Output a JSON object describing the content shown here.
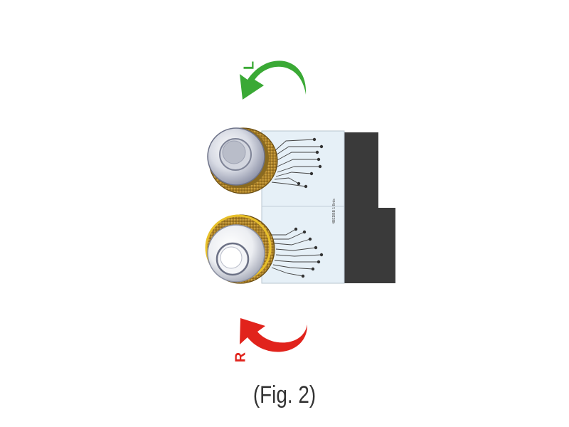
{
  "figure": {
    "caption": "(Fig. 2)",
    "rotation_left": {
      "label": "L",
      "color": "#3aa935"
    },
    "rotation_right": {
      "label": "R",
      "color": "#e1231c"
    },
    "device": {
      "plate_text": "4BEDBB 1 Brds",
      "colors": {
        "block": "#3a3a3a",
        "plate": "#e6f0f7",
        "knob_gold": "#c9a23a",
        "knob_silver": "#c9ccd6"
      }
    }
  }
}
